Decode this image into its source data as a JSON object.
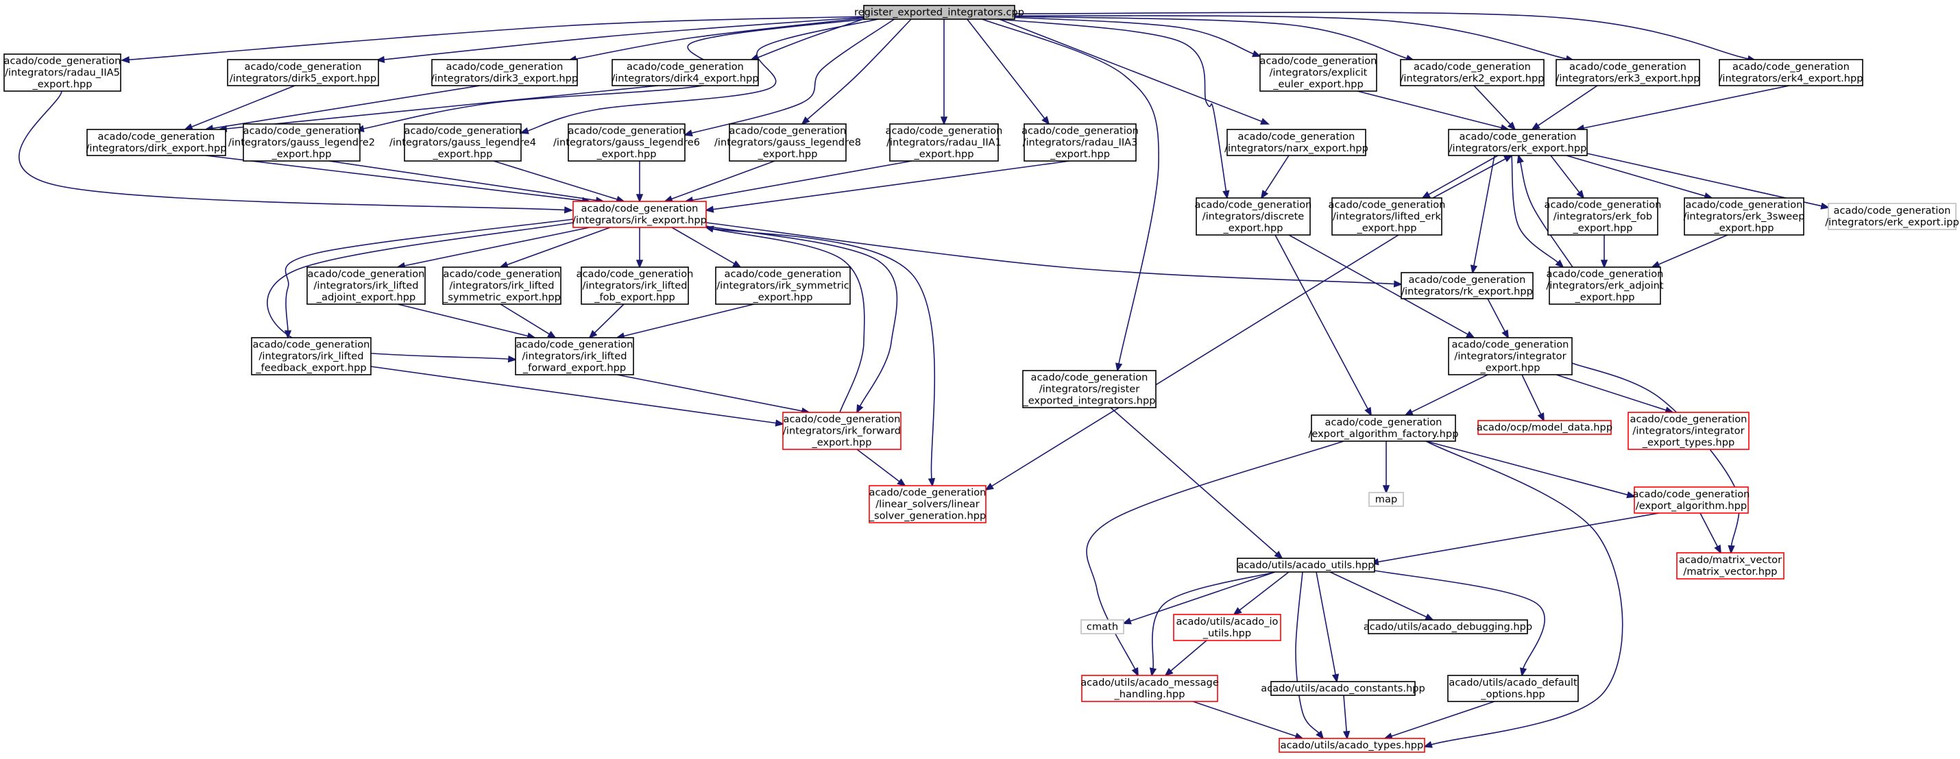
{
  "title": "register_exported_integrators.cpp",
  "colors": {
    "edge": "#191970",
    "normal_border": "#000000",
    "missing_border": "#ff0000",
    "external_border": "#bfbfbf",
    "root_fill": "#bfbfbf",
    "node_fill": "#ffffff"
  },
  "nodes": [
    {
      "id": "root",
      "kind": "root",
      "lines": [
        "register_exported_integrators.cpp"
      ]
    },
    {
      "id": "radau_iia5",
      "kind": "normal",
      "lines": [
        "acado/code_generation",
        "/integrators/radau_IIA5",
        "_export.hpp"
      ]
    },
    {
      "id": "dirk5",
      "kind": "normal",
      "lines": [
        "acado/code_generation",
        "/integrators/dirk5_export.hpp"
      ]
    },
    {
      "id": "dirk3",
      "kind": "normal",
      "lines": [
        "acado/code_generation",
        "/integrators/dirk3_export.hpp"
      ]
    },
    {
      "id": "dirk4",
      "kind": "normal",
      "lines": [
        "acado/code_generation",
        "/integrators/dirk4_export.hpp"
      ]
    },
    {
      "id": "explicit_euler",
      "kind": "normal",
      "lines": [
        "acado/code_generation",
        "/integrators/explicit",
        "_euler_export.hpp"
      ]
    },
    {
      "id": "erk2",
      "kind": "normal",
      "lines": [
        "acado/code_generation",
        "/integrators/erk2_export.hpp"
      ]
    },
    {
      "id": "erk3",
      "kind": "normal",
      "lines": [
        "acado/code_generation",
        "/integrators/erk3_export.hpp"
      ]
    },
    {
      "id": "erk4",
      "kind": "normal",
      "lines": [
        "acado/code_generation",
        "/integrators/erk4_export.hpp"
      ]
    },
    {
      "id": "dirk",
      "kind": "normal",
      "lines": [
        "acado/code_generation",
        "/integrators/dirk_export.hpp"
      ]
    },
    {
      "id": "gl2",
      "kind": "normal",
      "lines": [
        "acado/code_generation",
        "/integrators/gauss_legendre2",
        "_export.hpp"
      ]
    },
    {
      "id": "gl4",
      "kind": "normal",
      "lines": [
        "acado/code_generation",
        "/integrators/gauss_legendre4",
        "_export.hpp"
      ]
    },
    {
      "id": "gl6",
      "kind": "normal",
      "lines": [
        "acado/code_generation",
        "/integrators/gauss_legendre6",
        "_export.hpp"
      ]
    },
    {
      "id": "gl8",
      "kind": "normal",
      "lines": [
        "acado/code_generation",
        "/integrators/gauss_legendre8",
        "_export.hpp"
      ]
    },
    {
      "id": "radau_iia1",
      "kind": "normal",
      "lines": [
        "acado/code_generation",
        "/integrators/radau_IIA1",
        "_export.hpp"
      ]
    },
    {
      "id": "radau_iia3",
      "kind": "normal",
      "lines": [
        "acado/code_generation",
        "/integrators/radau_IIA3",
        "_export.hpp"
      ]
    },
    {
      "id": "narx",
      "kind": "normal",
      "lines": [
        "acado/code_generation",
        "/integrators/narx_export.hpp"
      ]
    },
    {
      "id": "erk_export",
      "kind": "normal",
      "lines": [
        "acado/code_generation",
        "/integrators/erk_export.hpp"
      ]
    },
    {
      "id": "irk_export",
      "kind": "missing",
      "lines": [
        "acado/code_generation",
        "/integrators/irk_export.hpp"
      ]
    },
    {
      "id": "discrete",
      "kind": "normal",
      "lines": [
        "acado/code_generation",
        "/integrators/discrete",
        "_export.hpp"
      ]
    },
    {
      "id": "lifted_erk",
      "kind": "normal",
      "lines": [
        "acado/code_generation",
        "/integrators/lifted_erk",
        "_export.hpp"
      ]
    },
    {
      "id": "erk_fob",
      "kind": "normal",
      "lines": [
        "acado/code_generation",
        "/integrators/erk_fob",
        "_export.hpp"
      ]
    },
    {
      "id": "erk_3sweep",
      "kind": "normal",
      "lines": [
        "acado/code_generation",
        "/integrators/erk_3sweep",
        "_export.hpp"
      ]
    },
    {
      "id": "erk_ipp",
      "kind": "external",
      "lines": [
        "acado/code_generation",
        "/integrators/erk_export.ipp"
      ]
    },
    {
      "id": "irk_lifted_adjoint",
      "kind": "normal",
      "lines": [
        "acado/code_generation",
        "/integrators/irk_lifted",
        "_adjoint_export.hpp"
      ]
    },
    {
      "id": "irk_lifted_symmetric",
      "kind": "normal",
      "lines": [
        "acado/code_generation",
        "/integrators/irk_lifted",
        "_symmetric_export.hpp"
      ]
    },
    {
      "id": "irk_lifted_fob",
      "kind": "normal",
      "lines": [
        "acado/code_generation",
        "/integrators/irk_lifted",
        "_fob_export.hpp"
      ]
    },
    {
      "id": "irk_symmetric",
      "kind": "normal",
      "lines": [
        "acado/code_generation",
        "/integrators/irk_symmetric",
        "_export.hpp"
      ]
    },
    {
      "id": "rk_export",
      "kind": "normal",
      "lines": [
        "acado/code_generation",
        "/integrators/rk_export.hpp"
      ]
    },
    {
      "id": "erk_adjoint",
      "kind": "normal",
      "lines": [
        "acado/code_generation",
        "/integrators/erk_adjoint",
        "_export.hpp"
      ]
    },
    {
      "id": "irk_lifted_feedback",
      "kind": "normal",
      "lines": [
        "acado/code_generation",
        "/integrators/irk_lifted",
        "_feedback_export.hpp"
      ]
    },
    {
      "id": "irk_lifted_forward",
      "kind": "normal",
      "lines": [
        "acado/code_generation",
        "/integrators/irk_lifted",
        "_forward_export.hpp"
      ]
    },
    {
      "id": "register_hpp",
      "kind": "normal",
      "lines": [
        "acado/code_generation",
        "/integrators/register",
        "_exported_integrators.hpp"
      ]
    },
    {
      "id": "integrator_export",
      "kind": "normal",
      "lines": [
        "acado/code_generation",
        "/integrators/integrator",
        "_export.hpp"
      ]
    },
    {
      "id": "irk_forward",
      "kind": "missing",
      "lines": [
        "acado/code_generation",
        "/integrators/irk_forward",
        "_export.hpp"
      ]
    },
    {
      "id": "eaf",
      "kind": "normal",
      "lines": [
        "acado/code_generation",
        "/export_algorithm_factory.hpp"
      ]
    },
    {
      "id": "model_data",
      "kind": "missing",
      "lines": [
        "acado/ocp/model_data.hpp"
      ]
    },
    {
      "id": "integrator_types",
      "kind": "missing",
      "lines": [
        "acado/code_generation",
        "/integrators/integrator",
        "_export_types.hpp"
      ]
    },
    {
      "id": "linear_solver",
      "kind": "missing",
      "lines": [
        "acado/code_generation",
        "/linear_solvers/linear",
        "_solver_generation.hpp"
      ]
    },
    {
      "id": "map",
      "kind": "external",
      "lines": [
        "map"
      ]
    },
    {
      "id": "export_algorithm",
      "kind": "missing",
      "lines": [
        "acado/code_generation",
        "/export_algorithm.hpp"
      ]
    },
    {
      "id": "acado_utils",
      "kind": "normal",
      "lines": [
        "acado/utils/acado_utils.hpp"
      ]
    },
    {
      "id": "matrix_vector",
      "kind": "missing",
      "lines": [
        "acado/matrix_vector",
        "/matrix_vector.hpp"
      ]
    },
    {
      "id": "cmath",
      "kind": "external",
      "lines": [
        "cmath"
      ]
    },
    {
      "id": "acado_io",
      "kind": "missing",
      "lines": [
        "acado/utils/acado_io",
        "_utils.hpp"
      ]
    },
    {
      "id": "acado_debugging",
      "kind": "normal",
      "lines": [
        "acado/utils/acado_debugging.hpp"
      ]
    },
    {
      "id": "acado_message",
      "kind": "missing",
      "lines": [
        "acado/utils/acado_message",
        "_handling.hpp"
      ]
    },
    {
      "id": "acado_constants",
      "kind": "normal",
      "lines": [
        "acado/utils/acado_constants.hpp"
      ]
    },
    {
      "id": "acado_default",
      "kind": "normal",
      "lines": [
        "acado/utils/acado_default",
        "_options.hpp"
      ]
    },
    {
      "id": "acado_types",
      "kind": "missing",
      "lines": [
        "acado/utils/acado_types.hpp"
      ]
    }
  ],
  "edges": [
    [
      "root",
      "radau_iia5"
    ],
    [
      "root",
      "dirk5"
    ],
    [
      "root",
      "dirk3"
    ],
    [
      "root",
      "dirk4"
    ],
    [
      "root",
      "explicit_euler"
    ],
    [
      "root",
      "erk2"
    ],
    [
      "root",
      "erk3"
    ],
    [
      "root",
      "erk4"
    ],
    [
      "root",
      "gl2"
    ],
    [
      "root",
      "gl4"
    ],
    [
      "root",
      "gl6"
    ],
    [
      "root",
      "gl8"
    ],
    [
      "root",
      "radau_iia1"
    ],
    [
      "root",
      "radau_iia3"
    ],
    [
      "root",
      "narx"
    ],
    [
      "root",
      "discrete"
    ],
    [
      "root",
      "register_hpp"
    ],
    [
      "radau_iia5",
      "irk_export"
    ],
    [
      "dirk5",
      "dirk"
    ],
    [
      "dirk3",
      "dirk"
    ],
    [
      "dirk4",
      "dirk"
    ],
    [
      "explicit_euler",
      "erk_export"
    ],
    [
      "erk2",
      "erk_export"
    ],
    [
      "erk3",
      "erk_export"
    ],
    [
      "erk4",
      "erk_export"
    ],
    [
      "dirk",
      "irk_export"
    ],
    [
      "gl2",
      "irk_export"
    ],
    [
      "gl4",
      "irk_export"
    ],
    [
      "gl6",
      "irk_export"
    ],
    [
      "gl8",
      "irk_export"
    ],
    [
      "radau_iia1",
      "irk_export"
    ],
    [
      "radau_iia3",
      "irk_export"
    ],
    [
      "narx",
      "discrete"
    ],
    [
      "erk_export",
      "lifted_erk"
    ],
    [
      "lifted_erk",
      "erk_export"
    ],
    [
      "erk_export",
      "erk_fob"
    ],
    [
      "erk_export",
      "erk_3sweep"
    ],
    [
      "erk_export",
      "erk_ipp"
    ],
    [
      "erk_export",
      "rk_export"
    ],
    [
      "erk_export",
      "erk_adjoint"
    ],
    [
      "erk_adjoint",
      "erk_export"
    ],
    [
      "erk_fob",
      "erk_adjoint"
    ],
    [
      "erk_3sweep",
      "erk_adjoint"
    ],
    [
      "irk_export",
      "irk_lifted_adjoint"
    ],
    [
      "irk_export",
      "irk_lifted_symmetric"
    ],
    [
      "irk_export",
      "irk_lifted_fob"
    ],
    [
      "irk_export",
      "irk_symmetric"
    ],
    [
      "irk_export",
      "irk_lifted_feedback"
    ],
    [
      "irk_export",
      "irk_lifted_forward"
    ],
    [
      "irk_export",
      "rk_export"
    ],
    [
      "irk_export",
      "irk_forward"
    ],
    [
      "irk_forward",
      "irk_export"
    ],
    [
      "irk_export",
      "linear_solver"
    ],
    [
      "irk_lifted_adjoint",
      "irk_lifted_forward"
    ],
    [
      "irk_lifted_symmetric",
      "irk_lifted_forward"
    ],
    [
      "irk_lifted_fob",
      "irk_lifted_forward"
    ],
    [
      "irk_symmetric",
      "irk_lifted_forward"
    ],
    [
      "irk_lifted_feedback",
      "irk_forward"
    ],
    [
      "irk_lifted_forward",
      "irk_forward"
    ],
    [
      "irk_forward",
      "linear_solver"
    ],
    [
      "discrete",
      "integrator_export"
    ],
    [
      "discrete",
      "eaf"
    ],
    [
      "lifted_erk",
      "linear_solver"
    ],
    [
      "rk_export",
      "integrator_export"
    ],
    [
      "register_hpp",
      "acado_utils"
    ],
    [
      "integrator_export",
      "eaf"
    ],
    [
      "integrator_export",
      "model_data"
    ],
    [
      "integrator_export",
      "integrator_types"
    ],
    [
      "integrator_export",
      "matrix_vector"
    ],
    [
      "eaf",
      "map"
    ],
    [
      "eaf",
      "export_algorithm"
    ],
    [
      "eaf",
      "acado_message"
    ],
    [
      "eaf",
      "acado_types"
    ],
    [
      "export_algorithm",
      "acado_utils"
    ],
    [
      "export_algorithm",
      "matrix_vector"
    ],
    [
      "acado_utils",
      "cmath"
    ],
    [
      "acado_utils",
      "acado_io"
    ],
    [
      "acado_utils",
      "acado_debugging"
    ],
    [
      "acado_utils",
      "acado_message"
    ],
    [
      "acado_utils",
      "acado_constants"
    ],
    [
      "acado_utils",
      "acado_default"
    ],
    [
      "acado_utils",
      "acado_types"
    ],
    [
      "acado_io",
      "acado_message"
    ],
    [
      "acado_message",
      "acado_types"
    ],
    [
      "acado_constants",
      "acado_types"
    ],
    [
      "acado_default",
      "acado_types"
    ]
  ]
}
